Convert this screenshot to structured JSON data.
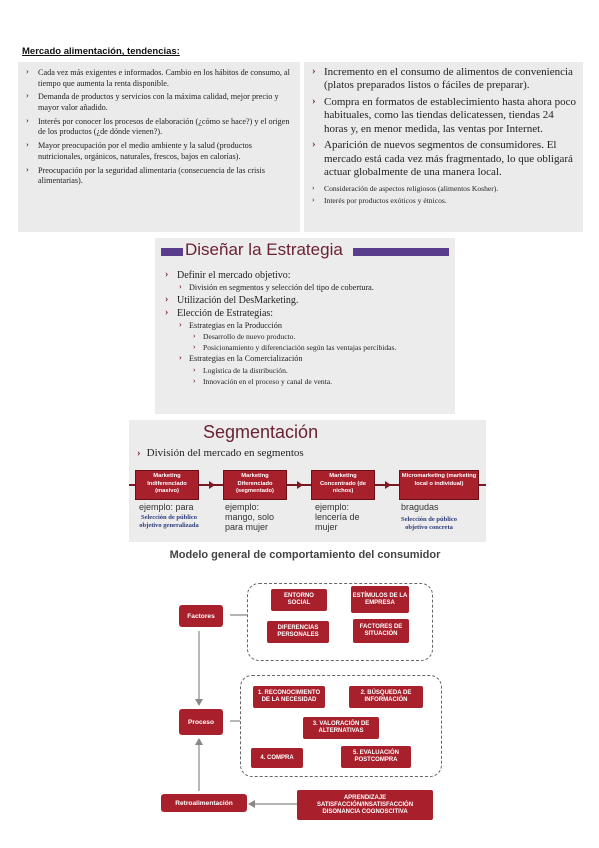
{
  "heading": "Mercado alimentación, tendencias:",
  "left_panel": {
    "items": [
      "Cada vez más exigentes e informados. Cambio en los hábitos de consumo, al tiempo que aumenta la renta disponible.",
      "Demanda de productos y servicios con la máxima calidad, mejor precio y mayor valor añadido.",
      "Interés por conocer los procesos de elaboración (¿cómo se hace?) y el origen de los productos (¿de dónde vienen?).",
      "Mayor preocupación por el medio ambiente y la salud (productos nutricionales, orgánicos, naturales, frescos, bajos en calorías).",
      "Preocupación por la seguridad alimentaria (consecuencia de las crisis alimentarias)."
    ]
  },
  "right_panel": {
    "items": [
      "Incremento en el consumo de alimentos de conveniencia (platos preparados listos o fáciles de preparar).",
      "Compra en formatos de establecimiento hasta ahora poco habituales, como las tiendas delicatessen, tiendas 24 horas y, en menor medida, las ventas por Internet.",
      "Aparición de nuevos segmentos de consumidores. El mercado está cada vez más fragmentado, lo que obligará actuar globalmente de una manera local."
    ],
    "subitems": [
      "Consideración de aspectos religiosos (alimentos Kosher).",
      "Interés por productos exóticos y étnicos."
    ]
  },
  "strategy_slide": {
    "title": "Diseñar la Estrategia",
    "lines": [
      {
        "level": 1,
        "text": "Definir el mercado objetivo:"
      },
      {
        "level": 2,
        "text": "División en segmentos y selección del tipo de cobertura."
      },
      {
        "level": 1,
        "text": "Utilización del DesMarketing."
      },
      {
        "level": 1,
        "text": "Elección de Estrategias:"
      },
      {
        "level": 2,
        "text": "Estrategias en la Producción"
      },
      {
        "level": 3,
        "text": "Desarrollo de nuevo producto."
      },
      {
        "level": 3,
        "text": "Posicionamiento y diferenciación según las ventajas percibidas."
      },
      {
        "level": 2,
        "text": "Estrategias en la Comercialización"
      },
      {
        "level": 3,
        "text": "Logística de la distribución."
      },
      {
        "level": 3,
        "text": "Innovación en el proceso y canal de venta."
      }
    ]
  },
  "segment_slide": {
    "title": "Segmentación",
    "subtitle": "División del mercado en segmentos",
    "boxes": [
      "Marketing Indiferenciado (masivo)",
      "Marketing Diferenciado (segmentado)",
      "Marketing Concentrado (de nichos)",
      "Micromarketing (marketing local o individual)"
    ],
    "examples": [
      "ejemplo: para",
      "ejemplo: mango, solo para mujer",
      "ejemplo: lencería de mujer",
      "bragudas"
    ],
    "notes": [
      "Selección de público objetivo generalizada",
      "Selección de público objetivo concreta"
    ]
  },
  "model": {
    "title": "Modelo general de comportamiento del consumidor",
    "sides": [
      "Factores",
      "Proceso",
      "Retroalimentación"
    ],
    "factors": [
      "ENTORNO SOCIAL",
      "ESTÍMULOS DE LA EMPRESA",
      "DIFERENCIAS PERSONALES",
      "FACTORES DE SITUACIÓN"
    ],
    "process": [
      "1. RECONOCIMIENTO DE LA NECESIDAD",
      "2. BÚSQUEDA DE INFORMACIÓN",
      "3. VALORACIÓN DE ALTERNATIVAS",
      "4. COMPRA",
      "5. EVALUACIÓN POSTCOMPRA"
    ],
    "feedback": "APRENDIZAJE SATISFACCIÓN/INSATISFACCIÓN DISONANCIA COGNOSCITIVA"
  },
  "colors": {
    "accent": "#a8202c",
    "bar": "#5a3c8c",
    "title": "#6a2233"
  }
}
